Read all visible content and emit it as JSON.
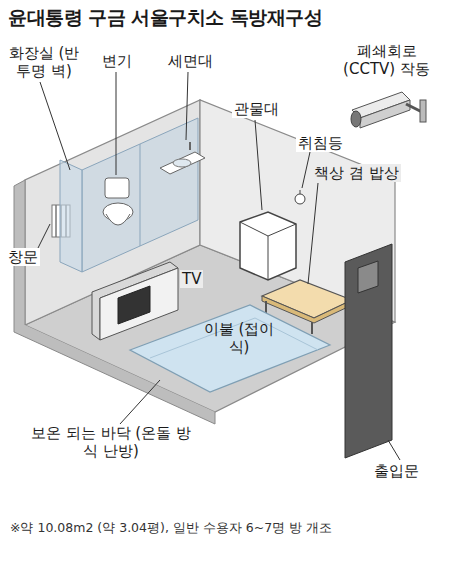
{
  "diagram": {
    "title": "윤대통령 구금 서울구치소 독방재구성",
    "caption": "※약 10.08m2 (약 3.04평), 일반 수용자 6~7명 방 개조",
    "labels": [
      "화장실 (반투명 벽)",
      "변기",
      "세면대",
      "폐쇄회로 (CCTV) 작동",
      "관물대",
      "취침등",
      "책상 겸 밥상",
      "창문",
      "TV",
      "이불 (접이식)",
      "보온 되는 바닥 (온돌 방식 난방)",
      "출입문"
    ]
  }
}
